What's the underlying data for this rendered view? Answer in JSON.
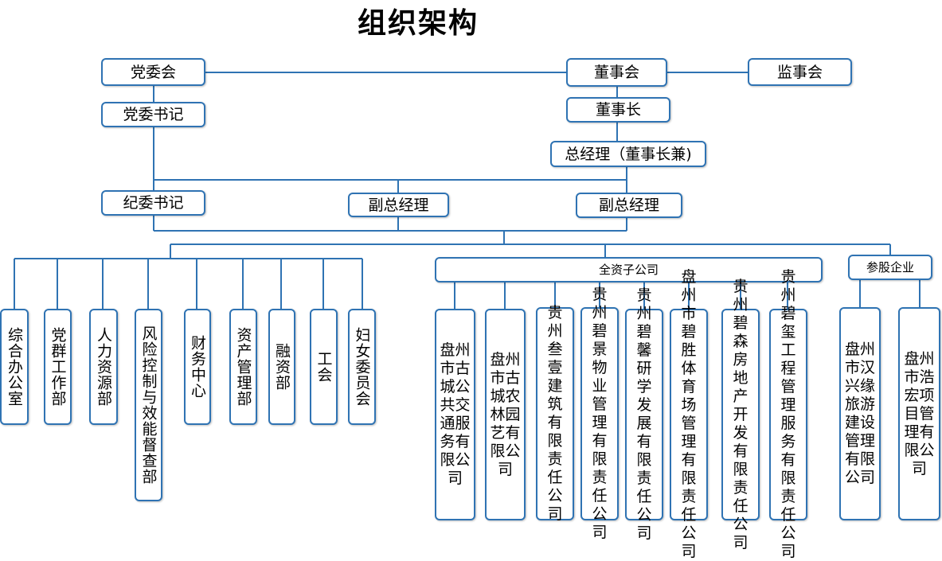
{
  "title": "组织架构",
  "top": {
    "party_committee": "党委会",
    "party_secretary": "党委书记",
    "board": "董事会",
    "supervisory_board": "监事会",
    "chairman": "董事长",
    "general_manager": "总经理（董事长兼)",
    "discipline_secretary": "纪委书记",
    "vice_gm_1": "副总经理",
    "vice_gm_2": "副总经理"
  },
  "departments": [
    "综合办公室",
    "党群工作部",
    "人力资源部",
    "风险控制与效能督查部",
    "财务中心",
    "资产管理部",
    "融资部",
    "工会",
    "妇女委员会"
  ],
  "wholly_owned": {
    "label": "全资子公司",
    "companies": [
      "盘州市古城公共交通服务有限公司",
      "盘州市古城农林园艺有限公司",
      "贵州叁壹建筑有限责任公司",
      "贵州碧景物业管理有限责任公司",
      "贵州碧馨研学发展有限责任公司",
      "盘州市碧胜体育场管理有限责任公司",
      "贵州碧森房地产开发有限责任公司",
      "贵州碧玺工程管理服务有限责任公司"
    ]
  },
  "equity": {
    "label": "参股企业",
    "companies": [
      "盘州市汉兴缘旅游建设管理有限公司",
      "盘州市浩宏项目管理有限公司"
    ]
  }
}
